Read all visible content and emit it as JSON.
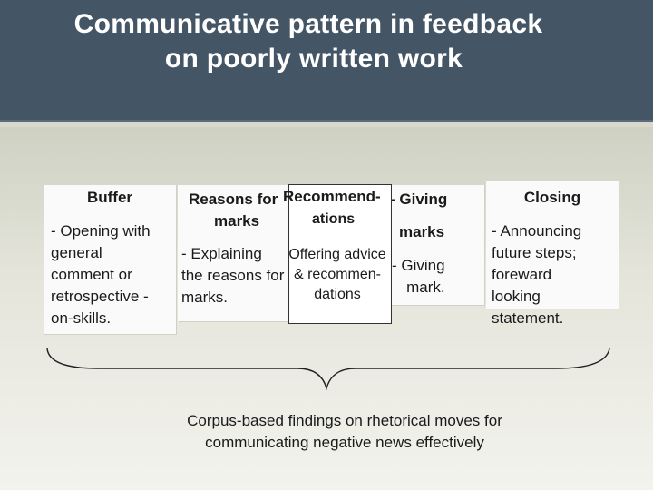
{
  "title": {
    "line1": "Communicative pattern in feedback",
    "line2": "on poorly written work"
  },
  "stages": {
    "buffer": {
      "heading": "Buffer",
      "body": "- Opening with\ngeneral\ncomment or\nretrospective -\non-skills."
    },
    "reasons": {
      "heading_line1": "Reasons for",
      "heading_line2": "marks",
      "body": "- Explaining\nthe reasons for\nmarks."
    },
    "recommendations": {
      "heading_line1": "Recommend-",
      "heading_line2": "ations",
      "body": "Offering advice\n& recommen-\ndations"
    },
    "giving": {
      "heading_line1": "- Giving",
      "heading_line2": "marks",
      "body": "- Giving\nmark."
    },
    "closing": {
      "heading": "Closing",
      "body": "- Announcing\nfuture steps;\nforeward\nlooking\nstatement."
    }
  },
  "summary": {
    "line1": "Corpus-based findings on rhetorical moves for",
    "line2": "communicating negative news effectively"
  }
}
